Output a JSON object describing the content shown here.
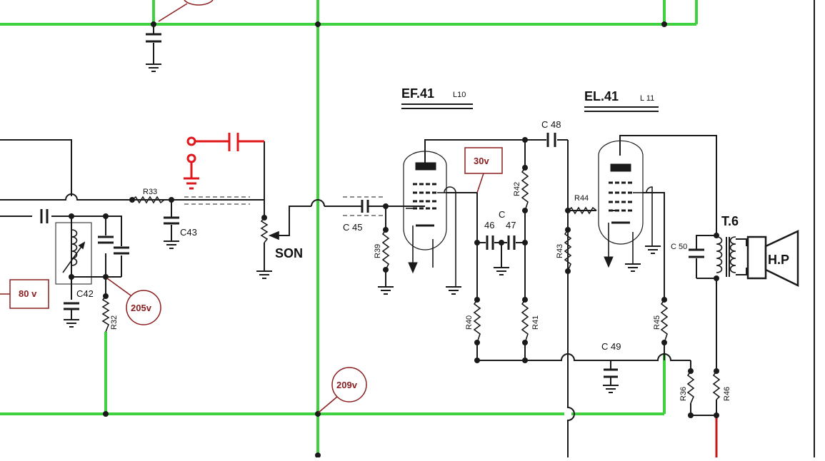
{
  "tubes": {
    "ef41": {
      "name": "EF.41",
      "socket": "L10"
    },
    "el41": {
      "name": "EL.41",
      "socket": "L 11"
    }
  },
  "labels": {
    "r33": "R33",
    "c43": "C43",
    "c45": "C 45",
    "r39": "R39",
    "r42": "R42",
    "r40": "R40",
    "r41": "R41",
    "c46": "46",
    "c47": "47",
    "c46c47_prefix": "C",
    "c48": "C 48",
    "r44": "R44",
    "r43": "R43",
    "r45": "R45",
    "c49": "C 49",
    "r36": "R36",
    "r46": "R46",
    "c50": "C 50",
    "c42": "C42",
    "r32": "R32",
    "son": "SON",
    "transformer": "T.6",
    "speaker": "H.P"
  },
  "voltages": {
    "v80": "80 v",
    "v205": "205v",
    "v209": "209v",
    "v30": "30v"
  },
  "colors": {
    "supply_rail": "#3fd13f",
    "wire": "#1a1a1a",
    "modification": "#e0161b",
    "voltage_label": "#8b1e1e"
  }
}
